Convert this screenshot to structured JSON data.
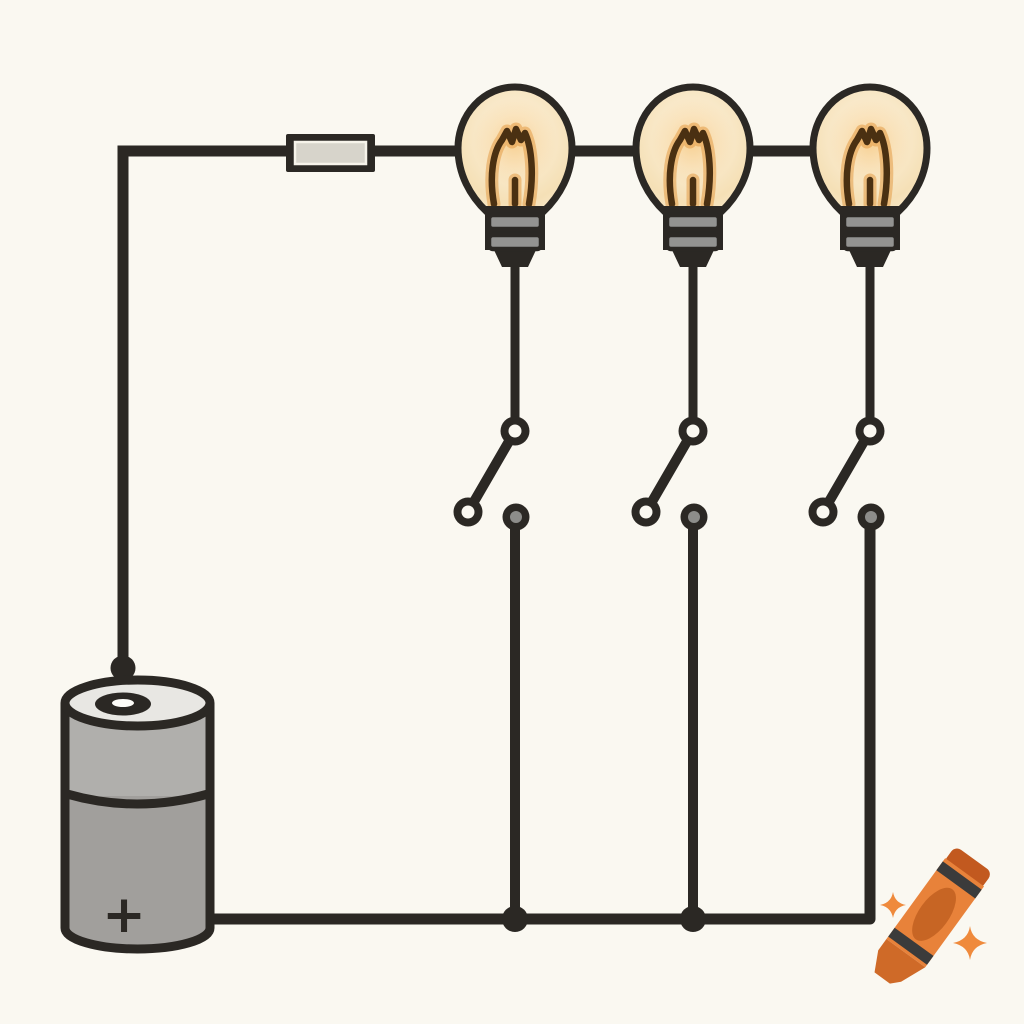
{
  "scene": {
    "type": "circuit-diagram-illustration",
    "description": "Hand-drawn style electrical circuit: a battery connected through a fuse to three glowing light bulbs wired in parallel, each branch controlled by its own open knife switch, joined by a bottom bus wire back to the battery",
    "background_color": "#faf8f1"
  },
  "components": {
    "battery": {
      "name": "battery",
      "terminal_label": "+",
      "colors": {
        "top_face": "#e8e7e3",
        "upper_body": "#b0afac",
        "lower_body": "#a19f9c"
      }
    },
    "fuse": {
      "name": "fuse",
      "fill": "#d7d4cb",
      "border": "#2b2824"
    },
    "bulbs": [
      {
        "name": "bulb-1",
        "state": "on"
      },
      {
        "name": "bulb-2",
        "state": "on"
      },
      {
        "name": "bulb-3",
        "state": "on"
      }
    ],
    "switches": [
      {
        "name": "switch-1",
        "state": "open"
      },
      {
        "name": "switch-2",
        "state": "open"
      },
      {
        "name": "switch-3",
        "state": "open"
      }
    ],
    "junctions": 3
  },
  "colors": {
    "ink": "#2b2824",
    "bulb_glass_edge": "#f5e0b6",
    "bulb_glass_center": "#fdf4e1",
    "filament": "#4a3012",
    "filament_glow": "#e2953c",
    "metal_band": "#939391",
    "contact_center": "#8d8d8a",
    "crayon_body": "#e8823a",
    "crayon_dark": "#c2591f",
    "crayon_stripe": "#3b3b3b",
    "sparkle": "#ef8a3c"
  },
  "watermark": {
    "name": "crayon-logo",
    "style": "orange crayon with two sparkles"
  }
}
